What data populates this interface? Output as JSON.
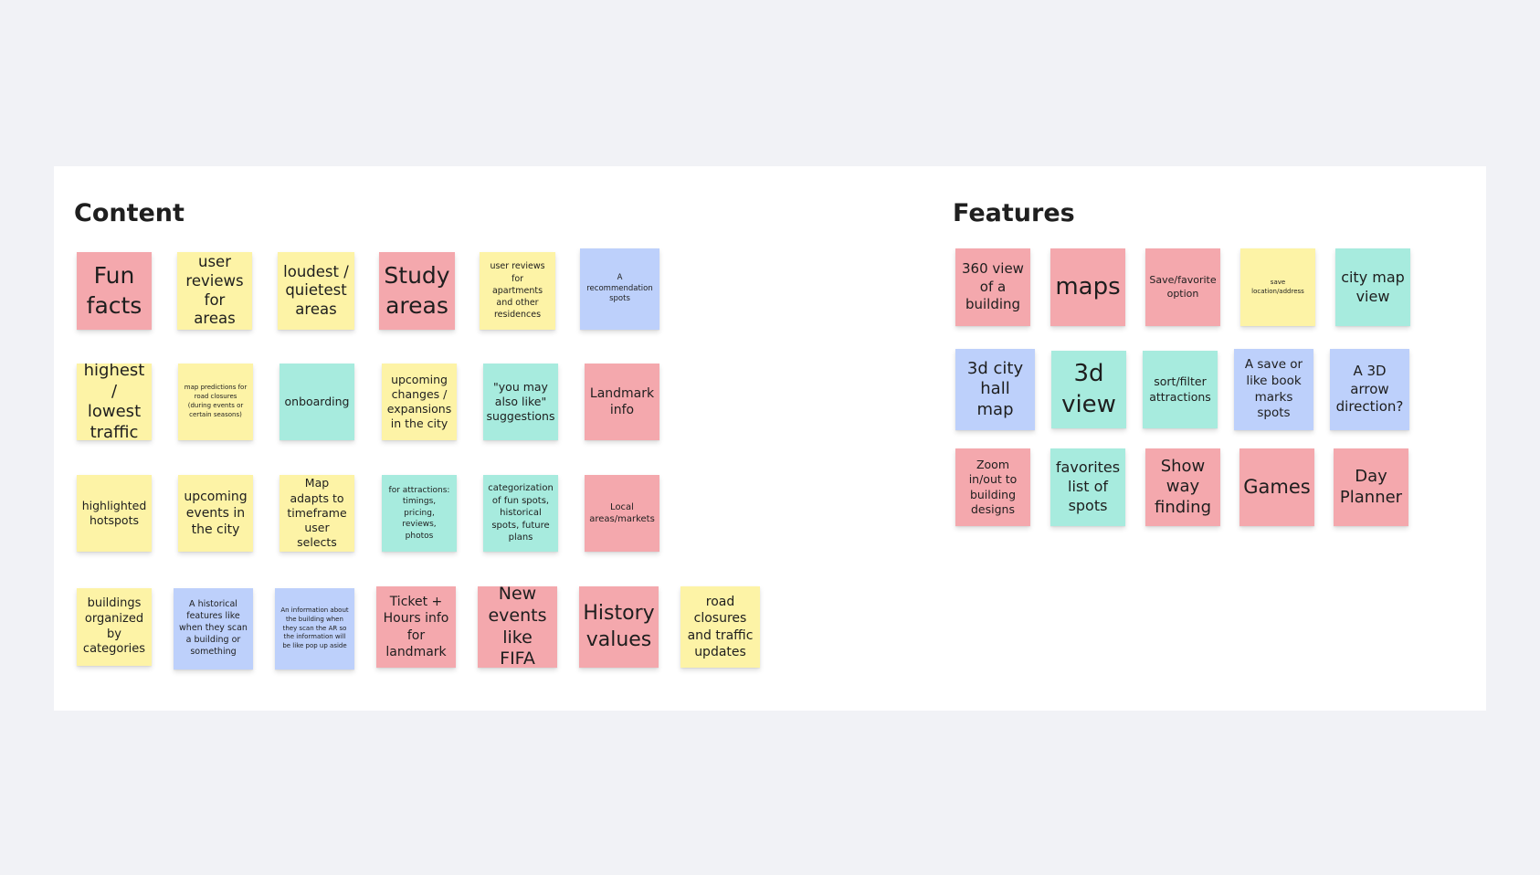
{
  "sections": {
    "content": {
      "title": "Content"
    },
    "features": {
      "title": "Features"
    }
  },
  "colors": {
    "pink": "#f4a8ad",
    "yellow": "#fdf3a6",
    "blue": "#bdd0fb",
    "teal": "#a7ebde",
    "board": "#ffffff",
    "canvas": "#f1f2f6"
  },
  "content_notes": [
    {
      "text": "Fun facts",
      "color": "pink"
    },
    {
      "text": "user reviews for areas",
      "color": "yellow"
    },
    {
      "text": "loudest / quietest areas",
      "color": "yellow"
    },
    {
      "text": "Study areas",
      "color": "pink"
    },
    {
      "text": "user reviews for apartments and other residences",
      "color": "yellow"
    },
    {
      "text": "A recommendation spots",
      "color": "blue"
    },
    {
      "text": "highest / lowest traffic",
      "color": "yellow"
    },
    {
      "text": "map predictions for road closures (during events or certain seasons)",
      "color": "yellow"
    },
    {
      "text": "onboarding",
      "color": "teal"
    },
    {
      "text": "upcoming changes / expansions in the city",
      "color": "yellow"
    },
    {
      "text": "\"you may also like\" suggestions",
      "color": "teal"
    },
    {
      "text": "Landmark info",
      "color": "pink"
    },
    {
      "text": "highlighted hotspots",
      "color": "yellow"
    },
    {
      "text": "upcoming events in the city",
      "color": "yellow"
    },
    {
      "text": "Map adapts to timeframe user selects",
      "color": "yellow"
    },
    {
      "text": "for attractions: timings, pricing, reviews, photos",
      "color": "teal"
    },
    {
      "text": "categorization of fun spots, historical spots, future plans",
      "color": "teal"
    },
    {
      "text": "Local areas/markets",
      "color": "pink"
    },
    {
      "text": "buildings organized by categories",
      "color": "yellow"
    },
    {
      "text": "A historical features like when they scan a building or something",
      "color": "blue"
    },
    {
      "text": "An information about the building when they scan the AR so the information will be like pop up aside",
      "color": "blue"
    },
    {
      "text": "Ticket + Hours info for landmark",
      "color": "pink"
    },
    {
      "text": "New events like FIFA",
      "color": "pink"
    },
    {
      "text": "History values",
      "color": "pink"
    },
    {
      "text": "road closures and traffic updates",
      "color": "yellow"
    }
  ],
  "feature_notes": [
    {
      "text": "360 view of a building",
      "color": "pink"
    },
    {
      "text": "maps",
      "color": "pink"
    },
    {
      "text": "Save/favorite option",
      "color": "pink"
    },
    {
      "text": "save location/address",
      "color": "yellow"
    },
    {
      "text": "city map view",
      "color": "teal"
    },
    {
      "text": "3d city hall map",
      "color": "blue"
    },
    {
      "text": "3d view",
      "color": "teal"
    },
    {
      "text": "sort/filter attractions",
      "color": "teal"
    },
    {
      "text": "A save or like book marks spots",
      "color": "blue"
    },
    {
      "text": "A 3D arrow direction?",
      "color": "blue"
    },
    {
      "text": "Zoom in/out to building designs",
      "color": "pink"
    },
    {
      "text": "favorites list of spots",
      "color": "teal"
    },
    {
      "text": "Show way finding",
      "color": "pink"
    },
    {
      "text": "Games",
      "color": "pink"
    },
    {
      "text": "Day Planner",
      "color": "pink"
    }
  ]
}
